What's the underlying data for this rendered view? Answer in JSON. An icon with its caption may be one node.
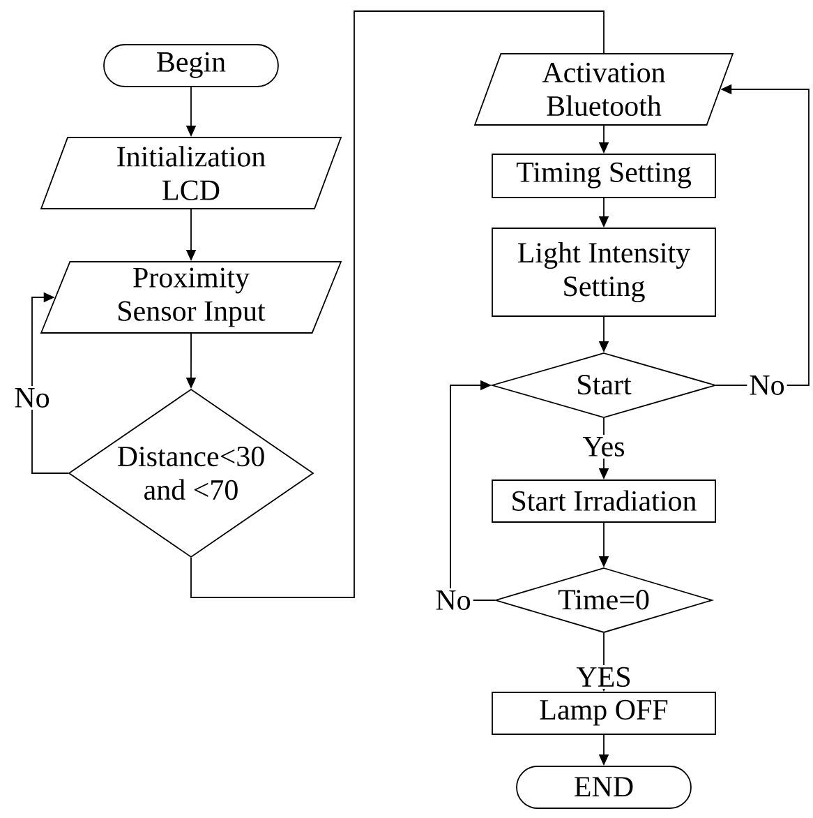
{
  "diagram": {
    "nodes": [
      {
        "text": [
          "Begin"
        ]
      },
      {
        "text": [
          "Initialization LCD"
        ]
      },
      {
        "text": [
          "Proximity Sensor Input"
        ]
      },
      {
        "text": [
          "Distance<30 and <70"
        ]
      },
      {
        "text": [
          "Activation Bluetooth"
        ]
      },
      {
        "text": [
          "Timing Setting"
        ]
      },
      {
        "text": [
          "Light Intensity Setting"
        ]
      },
      {
        "text": [
          "Start"
        ]
      },
      {
        "text": [
          "Start Irradiation"
        ]
      },
      {
        "text": [
          "Time=0"
        ]
      },
      {
        "text": [
          "Lamp OFF"
        ]
      },
      {
        "text": [
          "END"
        ]
      }
    ],
    "edges": [
      {
        "from": 0,
        "to": 1,
        "arrow": "to"
      },
      {
        "from": 1,
        "to": 2,
        "arrow": "to"
      },
      {
        "from": 2,
        "to": 3,
        "arrow": "to"
      },
      {
        "from": 3,
        "to": 2,
        "arrow": "to",
        "label": "No"
      },
      {
        "from": 3,
        "to": 4,
        "arrow": "none"
      },
      {
        "from": 4,
        "to": 5,
        "arrow": "to"
      },
      {
        "from": 5,
        "to": 6,
        "arrow": "to"
      },
      {
        "from": 6,
        "to": 7,
        "arrow": "to"
      },
      {
        "from": 7,
        "to": 8,
        "arrow": "to",
        "label": "Yes"
      },
      {
        "from": 7,
        "to": 4,
        "arrow": "to",
        "label": "No"
      },
      {
        "from": 8,
        "to": 9,
        "arrow": "to"
      },
      {
        "from": 9,
        "to": 7,
        "arrow": "to",
        "label": "No"
      },
      {
        "from": 9,
        "to": 10,
        "arrow": "to",
        "label": "YES"
      },
      {
        "from": 10,
        "to": 11,
        "arrow": "to"
      }
    ]
  }
}
